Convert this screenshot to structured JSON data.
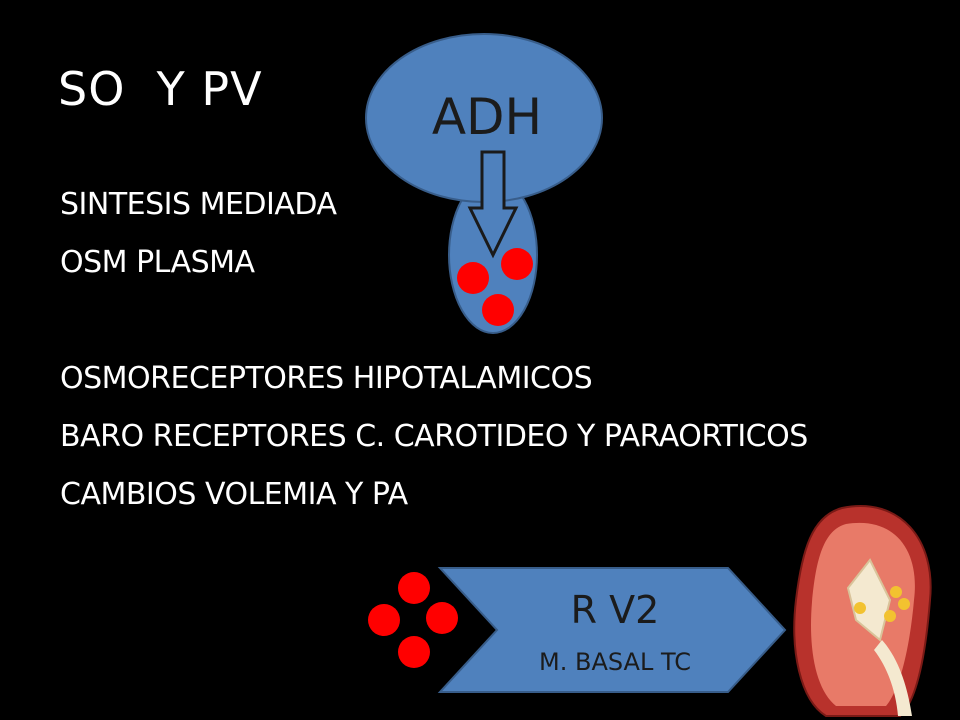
{
  "slide": {
    "title": "SO  Y PV",
    "bullets": [
      "SINTESIS MEDIADA",
      "OSM PLASMA",
      "",
      "OSMORECEPTORES HIPOTALAMICOS",
      "BARO RECEPTORES C. CAROTIDEO Y PARAORTICOS",
      "CAMBIOS VOLEMIA Y PA"
    ]
  },
  "diagram": {
    "hormone_label": "ADH",
    "receptor_label": "R V2",
    "receptor_sublabel": "M. BASAL TC"
  },
  "colors": {
    "background": "#000000",
    "shape_fill": "#4f81bd",
    "shape_stroke": "#385d8a",
    "dot": "#ff0000",
    "text": "#ffffff"
  }
}
